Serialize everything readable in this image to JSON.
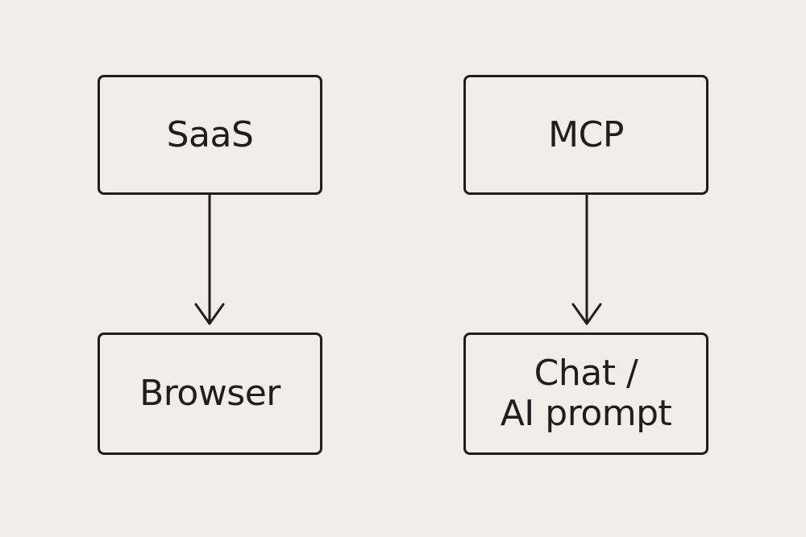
{
  "nodes": {
    "saas": {
      "label": "SaaS"
    },
    "browser": {
      "label": "Browser"
    },
    "mcp": {
      "label": "MCP"
    },
    "chat": {
      "line1": "Chat /",
      "line2": "AI prompt"
    }
  },
  "edges": [
    {
      "from": "saas",
      "to": "browser"
    },
    {
      "from": "mcp",
      "to": "chat"
    }
  ],
  "colors": {
    "background": "#efeeeb",
    "stroke": "#1e1e1e"
  }
}
